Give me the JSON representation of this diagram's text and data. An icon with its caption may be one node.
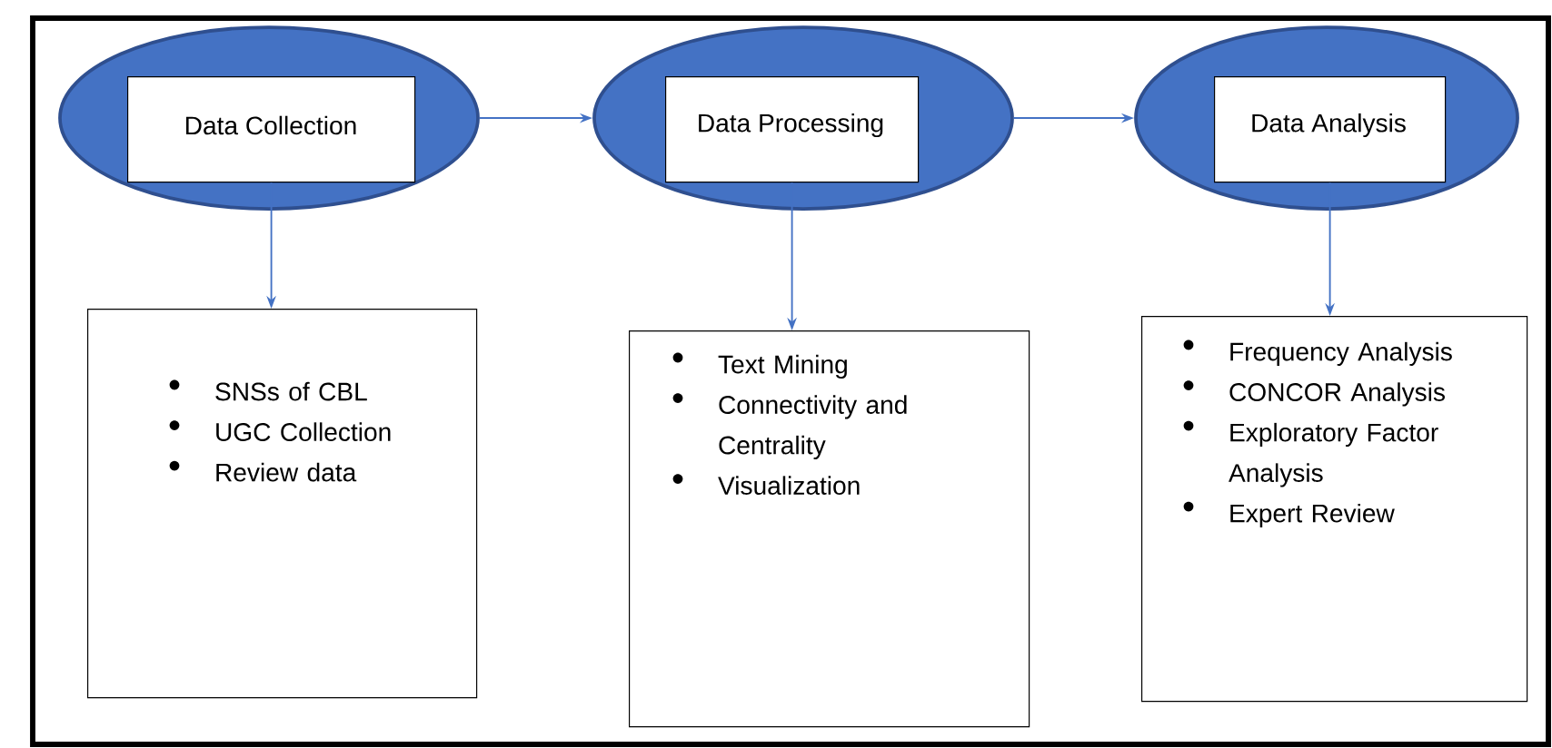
{
  "diagram": {
    "nodes": [
      {
        "text": [
          "Data Collection"
        ]
      },
      {
        "text": [
          "Data Processing"
        ]
      },
      {
        "text": [
          "Data Analysis"
        ]
      },
      {
        "text": [
          "SNSs of CBL",
          "UGC Collection",
          "Review data"
        ]
      },
      {
        "text": [
          "Text Mining",
          "Connectivity and Centrality",
          "Visualization"
        ]
      },
      {
        "text": [
          "Frequency Analysis",
          "CONCOR Analysis",
          "Exploratory Factor Analysis",
          "Expert Review"
        ]
      }
    ],
    "edges": [
      {
        "from": 0,
        "to": 1,
        "arrow": "to"
      },
      {
        "from": 1,
        "to": 2,
        "arrow": "to"
      },
      {
        "from": 0,
        "to": 3,
        "arrow": "to"
      },
      {
        "from": 1,
        "to": 4,
        "arrow": "to"
      },
      {
        "from": 2,
        "to": 5,
        "arrow": "to"
      }
    ]
  }
}
